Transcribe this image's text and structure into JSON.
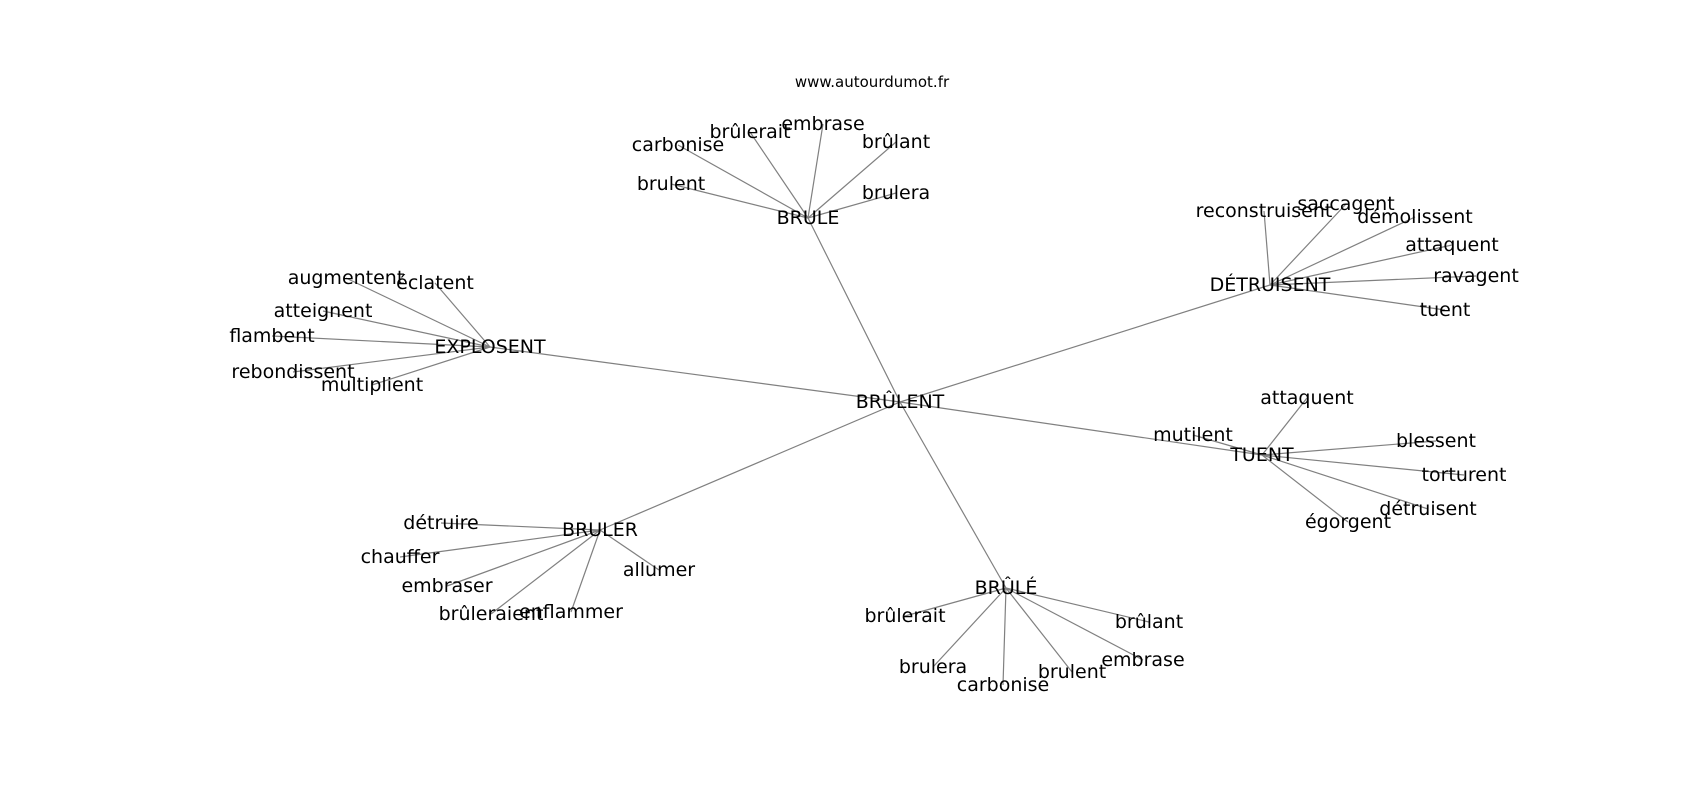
{
  "site": "www.autourdumot.fr",
  "center": "BRÛLENT",
  "hubs": [
    {
      "label": "BRULE",
      "leaves": [
        "carbonise",
        "brûlerait",
        "embrase",
        "brûlant",
        "brulent",
        "brulera"
      ]
    },
    {
      "label": "DÉTRUISENT",
      "leaves": [
        "reconstruisent",
        "saccagent",
        "démolissent",
        "attaquent",
        "ravagent",
        "tuent"
      ]
    },
    {
      "label": "EXPLOSENT",
      "leaves": [
        "augmentent",
        "éclatent",
        "atteignent",
        "flambent",
        "rebondissent",
        "multiplient"
      ]
    },
    {
      "label": "TUENT",
      "leaves": [
        "attaquent",
        "mutilent",
        "blessent",
        "torturent",
        "détruisent",
        "égorgent"
      ]
    },
    {
      "label": "BRULER",
      "leaves": [
        "détruire",
        "chauffer",
        "embraser",
        "brûleraient",
        "enflammer",
        "allumer"
      ]
    },
    {
      "label": "BRÛLÉ",
      "leaves": [
        "brûlerait",
        "brûlant",
        "embrase",
        "brulera",
        "carbonise",
        "brulent"
      ]
    }
  ]
}
